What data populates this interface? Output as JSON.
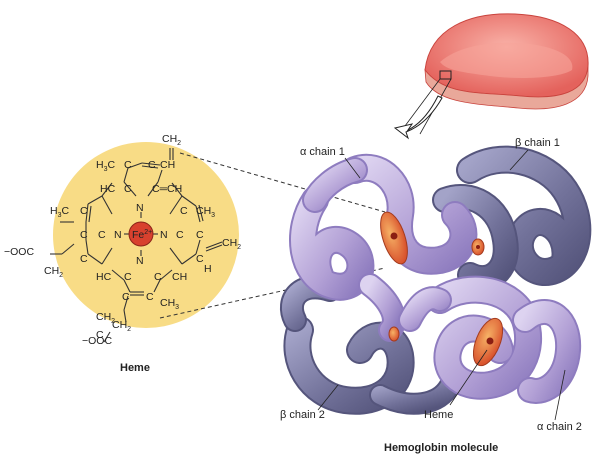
{
  "labels": {
    "alpha_chain_1": "α chain 1",
    "beta_chain_1": "β chain 1",
    "beta_chain_2": "β chain 2",
    "alpha_chain_2": "α chain 2",
    "heme_pointer": "Heme",
    "heme_title": "Heme",
    "molecule_title": "Hemoglobin molecule"
  },
  "heme_structure": {
    "iron": "Fe",
    "iron_charge": "2+",
    "nitrogen": "N",
    "ch2_top": "CH",
    "ch2_top_sub": "2",
    "ch_vinyl_top": "CH",
    "h3c_top": "H",
    "h3c_top_sub": "3",
    "h3c_top_c": "C",
    "hc_1": "HC",
    "c_eq_1": "C",
    "ch_1": "C═CH",
    "h3c_left": "H",
    "h3c_left_sub": "3",
    "h3c_left_c": "C",
    "ch3_right": "CH",
    "ch3_right_sub": "3",
    "ch_right": "CH",
    "ch_right_h": "H",
    "ch2_right": "CH",
    "ch2_right_sub": "2",
    "ooc_top": "OOC",
    "ch2_left": "CH",
    "ch2_left_sub": "2",
    "hc_2": "HC",
    "ch_2": "CH",
    "ch3_bottom": "CH",
    "ch3_bottom_sub": "3",
    "ch2_bottom": "CH",
    "ch2_bottom_sub": "2",
    "ooc_bottom": "OOC",
    "c_label": "C",
    "minus": "−"
  },
  "colors": {
    "heme_disc": "#f8dc86",
    "alpha_chain": "#b7a6d8",
    "beta_chain": "#7676a6",
    "heme_group": "#e0704a",
    "red_cell": "#ef8580",
    "iron_fill": "#d8412e"
  }
}
